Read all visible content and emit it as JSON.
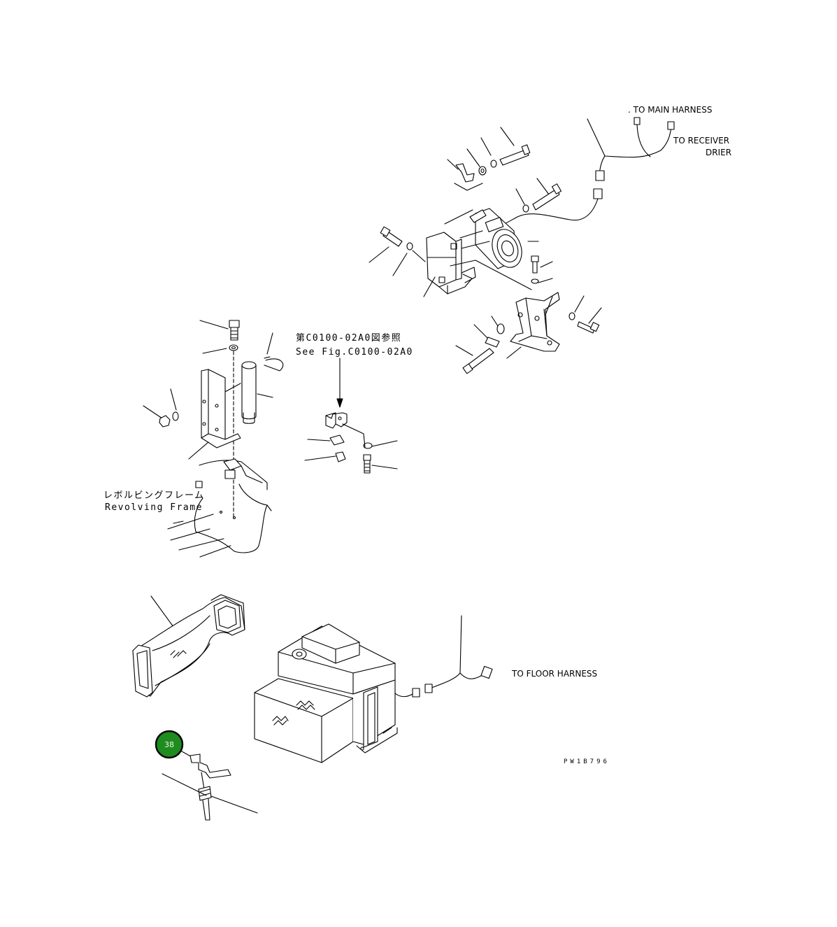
{
  "labels": {
    "to_main_harness": ". TO MAIN HARNESS",
    "to_receiver_line1": "TO RECEIVER",
    "to_receiver_line2": "DRIER",
    "see_fig_jp": "第C0100-02A0図参照",
    "see_fig_en": "See Fig.C0100-02A0",
    "revolving_frame_jp": "レボルビングフレーム",
    "revolving_frame_en": "Revolving Frame",
    "to_floor_harness": "TO FLOOR HARNESS",
    "drawing_code": "PW1B796"
  },
  "callouts": [
    {
      "number": "38",
      "color": "#1e8c1e"
    }
  ]
}
